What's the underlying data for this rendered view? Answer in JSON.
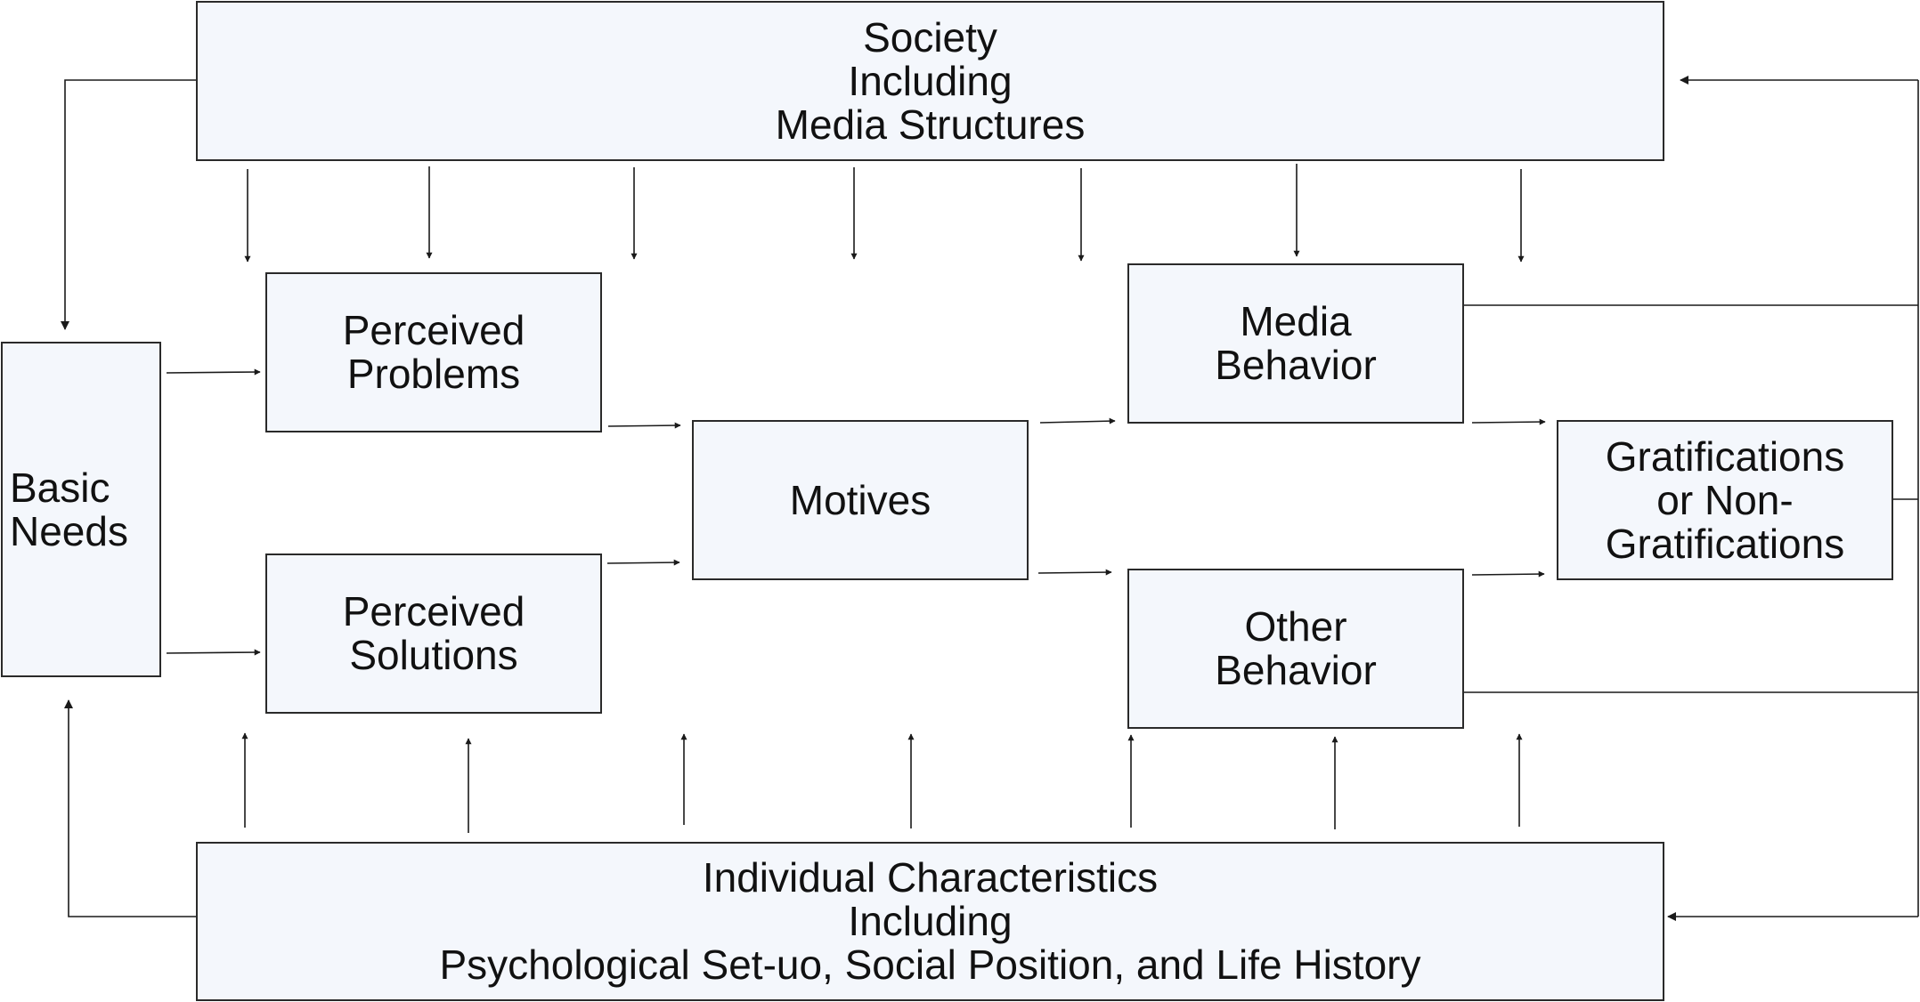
{
  "diagram": {
    "boxes": {
      "society": {
        "lines": [
          "Society",
          "Including",
          "Media Structures"
        ]
      },
      "individual": {
        "lines": [
          "Individual Characteristics",
          "Including",
          "Psychological Set-uo, Social Position, and Life History"
        ]
      },
      "basic_needs": {
        "lines": [
          "Basic",
          "Needs"
        ]
      },
      "perceived_problems": {
        "lines": [
          "Perceived",
          "Problems"
        ]
      },
      "perceived_solutions": {
        "lines": [
          "Perceived",
          "Solutions"
        ]
      },
      "motives": {
        "lines": [
          "Motives"
        ]
      },
      "media_behavior": {
        "lines": [
          "Media",
          "Behavior"
        ]
      },
      "other_behavior": {
        "lines": [
          "Other",
          "Behavior"
        ]
      },
      "gratifications": {
        "lines": [
          "Gratifications",
          "or Non-",
          "Gratifications"
        ]
      }
    },
    "colors": {
      "box_fill": "#f4f7fc",
      "box_border": "#2a2a2a",
      "connector": "#1a1a1a",
      "text": "#111111"
    }
  }
}
